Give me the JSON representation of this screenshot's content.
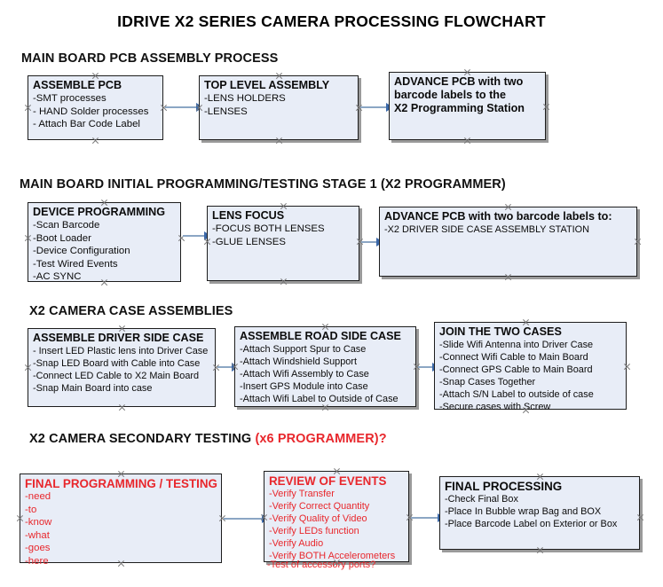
{
  "document": {
    "title": "IDRIVE X2  SERIES CAMERA PROCESSING FLOWCHART"
  },
  "colors": {
    "box_fill": "#e8edf7",
    "box_border": "#1d1d1d",
    "arrow_line": "#8ba6c4",
    "arrow_head": "#3b68a8",
    "text_black": "#0b0b0b",
    "text_red": "#e8272c",
    "shadow": "#9a9a9a",
    "background": "#ffffff"
  },
  "sections": [
    {
      "heading": "MAIN BOARD PCB ASSEMBLY PROCESS",
      "heading_suffix": "",
      "nodes": [
        {
          "title": "ASSEMBLE PCB",
          "lines": [
            "-SMT processes",
            "- HAND Solder processes",
            "- Attach Bar Code Label"
          ]
        },
        {
          "title": "TOP LEVEL ASSEMBLY",
          "lines": [
            "-LENS HOLDERS",
            "-LENSES"
          ]
        },
        {
          "title": "ADVANCE PCB with two",
          "lines": [
            "barcode labels to the",
            " X2 Programming Station"
          ]
        }
      ]
    },
    {
      "heading": "MAIN BOARD INITIAL PROGRAMMING/TESTING STAGE 1 (X2 PROGRAMMER)",
      "heading_suffix": "",
      "nodes": [
        {
          "title": "DEVICE PROGRAMMING",
          "lines": [
            "-Scan Barcode",
            "-Boot Loader",
            "-Device Configuration",
            "-Test Wired Events",
            "-AC SYNC"
          ]
        },
        {
          "title": "LENS FOCUS",
          "lines": [
            "-FOCUS BOTH LENSES",
            "-GLUE LENSES"
          ]
        },
        {
          "title": "ADVANCE PCB with two barcode labels to:",
          "lines": [
            "-X2 DRIVER  SIDE  CASE  ASSEMBLY STATION"
          ]
        }
      ]
    },
    {
      "heading": "X2 CAMERA CASE ASSEMBLIES",
      "heading_suffix": "",
      "nodes": [
        {
          "title": "ASSEMBLE DRIVER SIDE CASE",
          "lines": [
            "- Insert LED Plastic lens into Driver Case",
            "-Snap LED Board with Cable into Case",
            "-Connect LED Cable to X2 Main Board",
            "-Snap Main Board into case"
          ]
        },
        {
          "title": "ASSEMBLE ROAD SIDE CASE",
          "lines": [
            "-Attach Support Spur to Case",
            "-Attach Windshield Support",
            "-Attach Wifi Assembly to Case",
            "-Insert GPS Module into Case",
            "-Attach Wifi Label to Outside of Case"
          ]
        },
        {
          "title": "JOIN THE TWO CASES",
          "lines": [
            "-Slide Wifi Antenna into Driver Case",
            "-Connect Wifi Cable to Main Board",
            "-Connect GPS Cable to Main Board",
            "-Snap Cases Together",
            "-Attach S/N Label to outside of case",
            "-Secure cases with Screw"
          ]
        }
      ]
    },
    {
      "heading": "X2 CAMERA SECONDARY TESTING ",
      "heading_suffix": "(x6 PROGRAMMER)?",
      "nodes": [
        {
          "title": "FINAL PROGRAMMING / TESTING",
          "lines": [
            "-need",
            "-to",
            "-know",
            "-what",
            "-goes",
            "-here"
          ]
        },
        {
          "title": "REVIEW OF EVENTS",
          "lines": [
            "-Verify Transfer",
            "-Verify Correct Quantity",
            "-Verify Quality of Video",
            "-Verify LEDs function",
            "-Verify Audio",
            "-Verify BOTH Accelerometers"
          ],
          "overflow_line": "-Test of accessory ports?"
        },
        {
          "title": "FINAL PROCESSING",
          "lines": [
            " -Check Final Box",
            "-Place In Bubble wrap Bag and BOX",
            "-Place Barcode Label on Exterior or Box"
          ]
        }
      ]
    }
  ]
}
